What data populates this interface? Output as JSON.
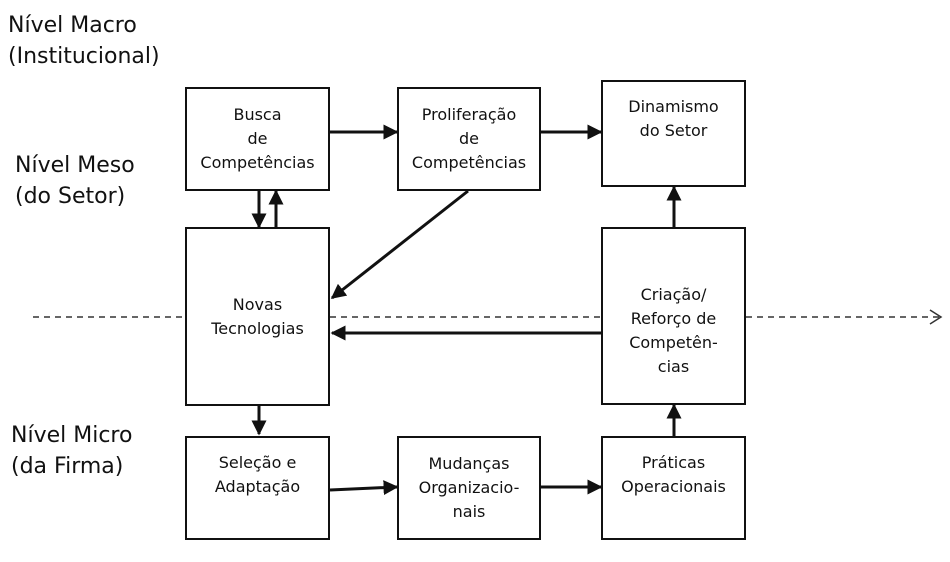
{
  "levels": {
    "macro": [
      "Nível Macro",
      "(Institucional)"
    ],
    "meso": [
      "Nível Meso",
      "(do Setor)"
    ],
    "micro": [
      "Nível Micro",
      "(da Firma)"
    ]
  },
  "boxes": {
    "busca": [
      "Busca",
      "de",
      "Competências"
    ],
    "proliferacao": [
      "Proliferação",
      "de",
      "Competências"
    ],
    "dinamismo": [
      "Dinamismo",
      "do Setor"
    ],
    "novas": [
      "Novas",
      "Tecnologias"
    ],
    "criacao": [
      "Criação/",
      "Reforço de",
      "Competên-",
      "cias"
    ],
    "selecao": [
      "Seleção e",
      "Adaptação"
    ],
    "mudancas": [
      "Mudanças",
      "Organizacio-",
      "nais"
    ],
    "praticas": [
      "Práticas",
      "Operacionais"
    ]
  }
}
